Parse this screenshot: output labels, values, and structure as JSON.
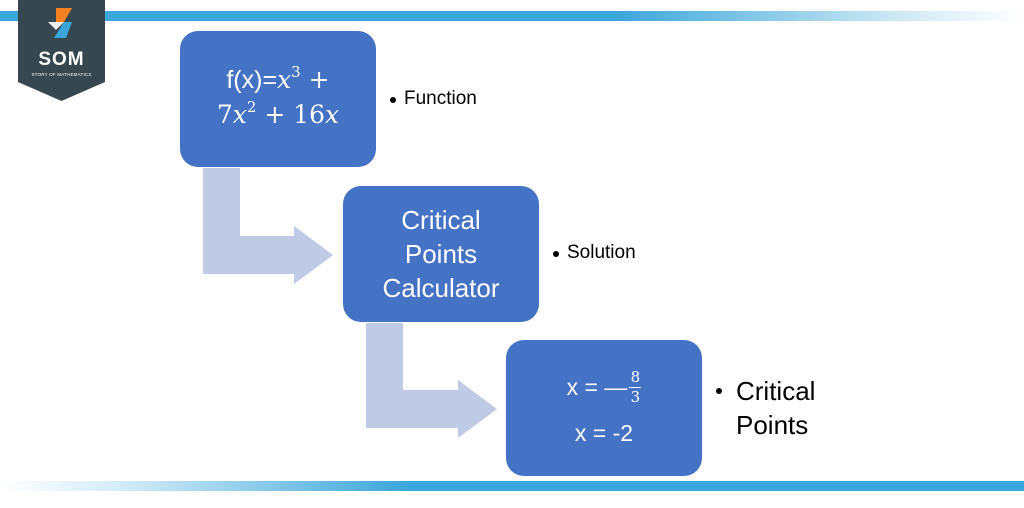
{
  "logo": {
    "name": "SOM",
    "tagline": "STORY OF MATHEMATICS",
    "colors": {
      "shield": "#37474f",
      "orange": "#f58220",
      "blue": "#3aa6da"
    }
  },
  "steps": [
    {
      "box": {
        "line1_prefix": "f(x)=",
        "line1_var": "x",
        "line1_exp": "3",
        "line1_op": " +",
        "line2_coef": "7",
        "line2_var": "x",
        "line2_exp": "2",
        "line2_rest": " + 16",
        "line2_var2": "x"
      },
      "label": "Function"
    },
    {
      "box": {
        "title": "Critical Points Calculator"
      },
      "label": "Solution"
    },
    {
      "box": {
        "root1_prefix": "x = —",
        "root1_num": "8",
        "root1_den": "3",
        "root2": "x = -2"
      },
      "label": "Critical Points"
    }
  ],
  "colors": {
    "box": "#4472c4",
    "arrow": "#bfcae6",
    "accent_bar": "#3aa6da"
  }
}
